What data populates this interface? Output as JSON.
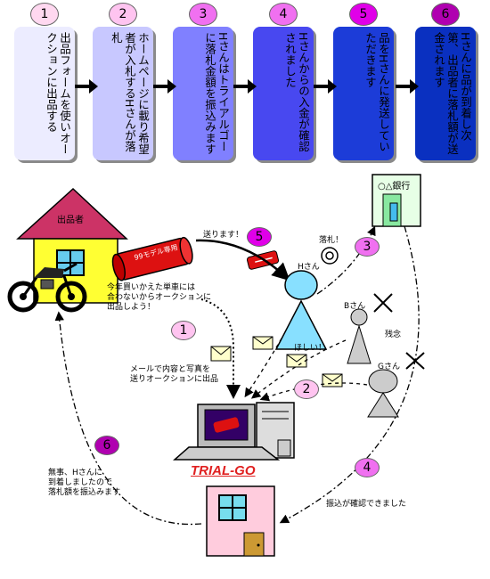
{
  "steps": [
    {
      "num": "1",
      "text": "出品フォームを使いオークションに出品する"
    },
    {
      "num": "2",
      "text": "ホームページに載り希望者が入札するHさんが落札"
    },
    {
      "num": "3",
      "text": "Hさんはトライアルゴーに落札金額を振込みます"
    },
    {
      "num": "4",
      "text": "Hさんからの入金が確認されました"
    },
    {
      "num": "5",
      "text": "品をHさんに発送していただきます"
    },
    {
      "num": "6",
      "text": "Hさんに品が到着し次第、出品者に落札額が送金されます"
    }
  ],
  "colors": {
    "step_circles": [
      "#ffd8f0",
      "#ffc4f0",
      "#f070f0",
      "#f070f0",
      "#e000e8",
      "#b000b0"
    ],
    "step_boxes": [
      "#ececff",
      "#c8c8ff",
      "#8080ff",
      "#4848f0",
      "#1c3cd8",
      "#0a30c0"
    ],
    "step_text": [
      "#000000",
      "#000000",
      "#000000",
      "#000000",
      "#000000",
      "#000000"
    ]
  },
  "diagram": {
    "seller_label": "出品者",
    "bank_label": "○△銀行",
    "send_label": "送ります！",
    "parcel_label": "99モデル専用",
    "winner_label": "Hさん",
    "won_label": "落札！",
    "bidder_b_label": "Bさん",
    "bidder_g_label": "Gさん",
    "regret_label": "残念",
    "want_label": "ほしい！",
    "seller_thought": "今年買いかえた単車には\n合わないからオークションに\n出品しよう！",
    "mail_label": "メールで内容と写真を\n送りオークションに出品",
    "brand": "TRIAL-GO",
    "confirm_label": "振込が確認できました",
    "payout_label": "無事、Hさんに\n到着しましたので\n落札額を振込みます",
    "badge_1": "1",
    "badge_2": "2",
    "badge_3": "3",
    "badge_4": "4",
    "badge_5": "5",
    "badge_6": "6"
  }
}
